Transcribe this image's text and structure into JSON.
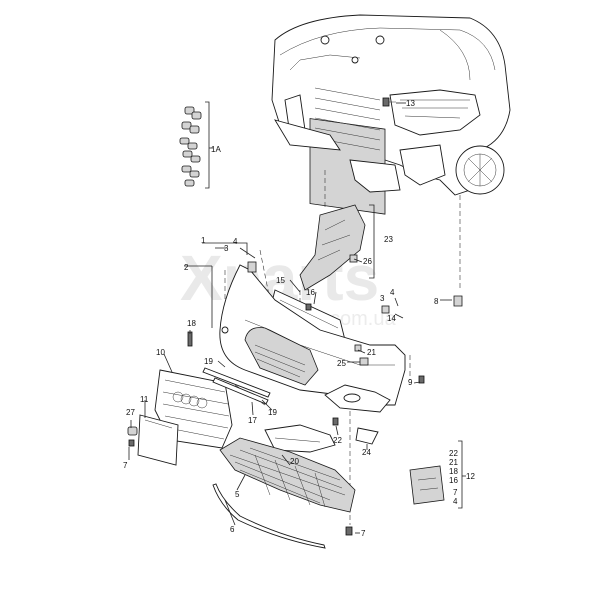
{
  "watermark": {
    "main": "Xparts",
    "sub": "com.ua"
  },
  "callouts": {
    "c1": "1",
    "c1a": "1A",
    "c2": "2",
    "c3a": "3",
    "c3b": "3",
    "c4a": "4",
    "c4b": "4",
    "c4c": "4",
    "c5": "5",
    "c6": "6",
    "c7a": "7",
    "c7b": "7",
    "c7c": "7",
    "c8": "8",
    "c9": "9",
    "c10": "10",
    "c11": "11",
    "c12": "12",
    "c13": "13",
    "c14": "14",
    "c15": "15",
    "c16a": "16",
    "c16b": "16",
    "c17": "17",
    "c18a": "18",
    "c18b": "18",
    "c19a": "19",
    "c19b": "19",
    "c20": "20",
    "c21a": "21",
    "c21b": "21",
    "c22a": "22",
    "c22b": "22",
    "c23": "23",
    "c24": "24",
    "c25": "25",
    "c26": "26",
    "c27": "27"
  }
}
